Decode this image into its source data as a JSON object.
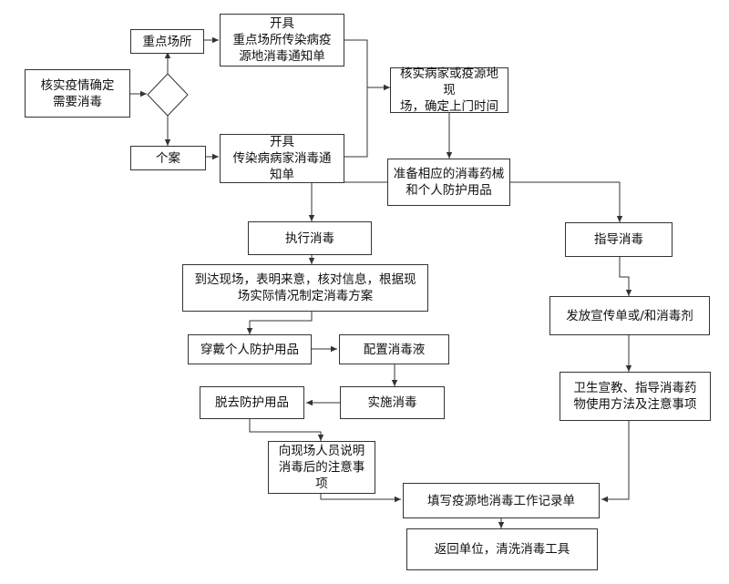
{
  "nodes": {
    "start": "核实疫情确定\n需要消毒",
    "key_place": "重点场所",
    "case": "个案",
    "issue_key_place": "开具\n重点场所传染病疫\n源地消毒通知单",
    "issue_case": "开具\n传染病病家消毒通\n知单",
    "verify": "核实病家或疫源地现\n场，确定上门时间",
    "prepare": "准备相应的消毒药械\n和个人防护用品",
    "execute": "执行消毒",
    "guide": "指导消毒",
    "arrive": "到达现场，表明来意，核对信息，根据现\n场实际情况制定消毒方案",
    "wear_ppe": "穿戴个人防护用品",
    "config": "配置消毒液",
    "implement": "实施消毒",
    "remove_ppe": "脱去防护用品",
    "explain": "向现场人员说明\n消毒后的注意事\n项",
    "distribute": "发放宣传单或/和消毒剂",
    "educate": "卫生宣教、指导消毒药\n物使用方法及注意事项",
    "record": "填写疫源地消毒工作记录单",
    "return": "返回单位，清洗消毒工具"
  }
}
